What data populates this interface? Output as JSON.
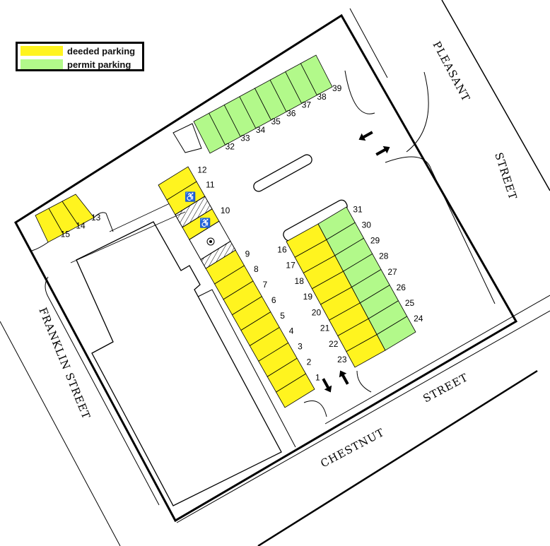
{
  "legend": {
    "items": [
      {
        "label": "deeded parking",
        "color": "#fff41f"
      },
      {
        "label": "permit parking",
        "color": "#b2f98a"
      }
    ]
  },
  "streets": {
    "pleasant": [
      "PLEASANT",
      "STREET"
    ],
    "chestnut": [
      "CHESTNUT",
      "STREET"
    ],
    "franklin": "FRANKLIN STREET"
  },
  "spots": {
    "left_row_top": [
      "12",
      "11",
      "10"
    ],
    "left_row_main": [
      "9",
      "8",
      "7",
      "6",
      "5",
      "4",
      "3",
      "2",
      "1"
    ],
    "island_left": [
      "16",
      "17",
      "18",
      "19",
      "20",
      "21",
      "22",
      "23"
    ],
    "island_right": [
      "31",
      "30",
      "29",
      "28",
      "27",
      "26",
      "25",
      "24"
    ],
    "north_row": [
      "32",
      "33",
      "34",
      "35",
      "36",
      "37",
      "38",
      "39"
    ],
    "west_row": [
      "15",
      "14",
      "13"
    ]
  },
  "accessible_spots": [
    "11",
    "10"
  ],
  "icons": [
    "wheelchair-icon",
    "traffic-arrow-icon",
    "circle-marker-icon"
  ]
}
